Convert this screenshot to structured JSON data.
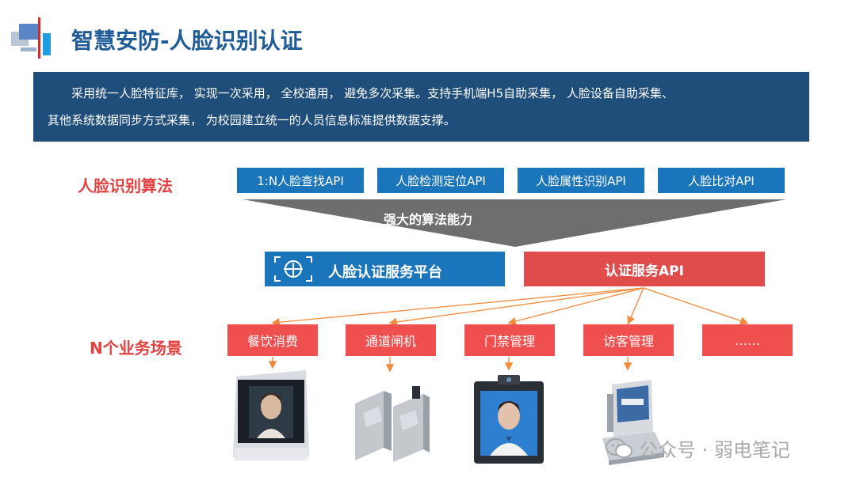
{
  "header": {
    "title": "智慧安防-人脸识别认证"
  },
  "description": {
    "line1": "采用统一人脸特征库， 实现一次采用， 全校通用， 避免多次采集。支持手机端H5自助采集， 人脸设备自助采集、",
    "line2": "其他系统数据同步方式采集， 为校园建立统一的人员信息标准提供数据支撑。"
  },
  "algorithm": {
    "label": "人脸识别算法",
    "apis": [
      "1:N人脸查找API",
      "人脸检测定位API",
      "人脸属性识别API",
      "人脸比对API"
    ],
    "funnel_label": "强大的算法能力"
  },
  "platform": {
    "title": "人脸认证服务平台",
    "auth_api": "认证服务API"
  },
  "scenarios": {
    "label": "N个业务场景",
    "items": [
      "餐饮消费",
      "通道闸机",
      "门禁管理",
      "访客管理",
      "……"
    ]
  },
  "watermark": {
    "text": "公众号 · 弱电笔记"
  },
  "colors": {
    "title_blue": "#1f5b97",
    "desc_bg": "#1e4e79",
    "api_blue": "#1b75bb",
    "accent_red": "#e3413f",
    "scene_red": "#ef4f4f",
    "funnel_gray": "#6e6e6e",
    "arrow_orange": "#f08a3c"
  }
}
